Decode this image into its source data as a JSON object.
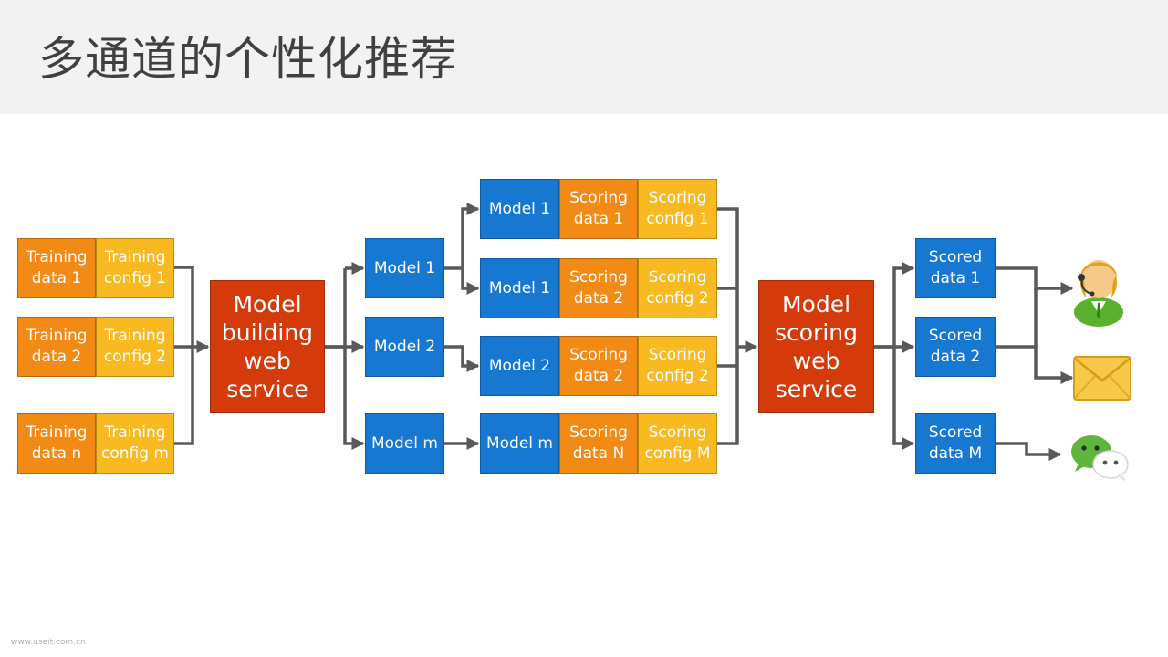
{
  "page": {
    "title": "多通道的个性化推荐",
    "watermark": "www.useit.com.cn"
  },
  "inputs": [
    {
      "data": "Training\ndata 1",
      "config": "Training\nconfig 1"
    },
    {
      "data": "Training\ndata 2",
      "config": "Training\nconfig 2"
    },
    {
      "data": "Training\ndata n",
      "config": "Training\nconfig m"
    }
  ],
  "services": {
    "building": "Model\nbuilding\nweb\nservice",
    "scoring": "Model\nscoring\nweb\nservice"
  },
  "models": [
    "Model 1",
    "Model 2",
    "Model m"
  ],
  "scoring_rows": [
    {
      "model": "Model 1",
      "data": "Scoring\ndata 1",
      "config": "Scoring\nconfig 1"
    },
    {
      "model": "Model 1",
      "data": "Scoring\ndata 2",
      "config": "Scoring\nconfig 2"
    },
    {
      "model": "Model 2",
      "data": "Scoring\ndata 2",
      "config": "Scoring\nconfig 2"
    },
    {
      "model": "Model m",
      "data": "Scoring\ndata N",
      "config": "Scoring\nconfig M"
    }
  ],
  "outputs": [
    "Scored\ndata 1",
    "Scored\ndata 2",
    "Scored\ndata M"
  ],
  "destinations": [
    "customer-service-agent-icon",
    "email-envelope-icon",
    "wechat-icon"
  ],
  "colors": {
    "training_data": "#f28a16",
    "config": "#f9b921",
    "model": "#1778d2",
    "service": "#d43a0a",
    "connector": "#595959"
  }
}
